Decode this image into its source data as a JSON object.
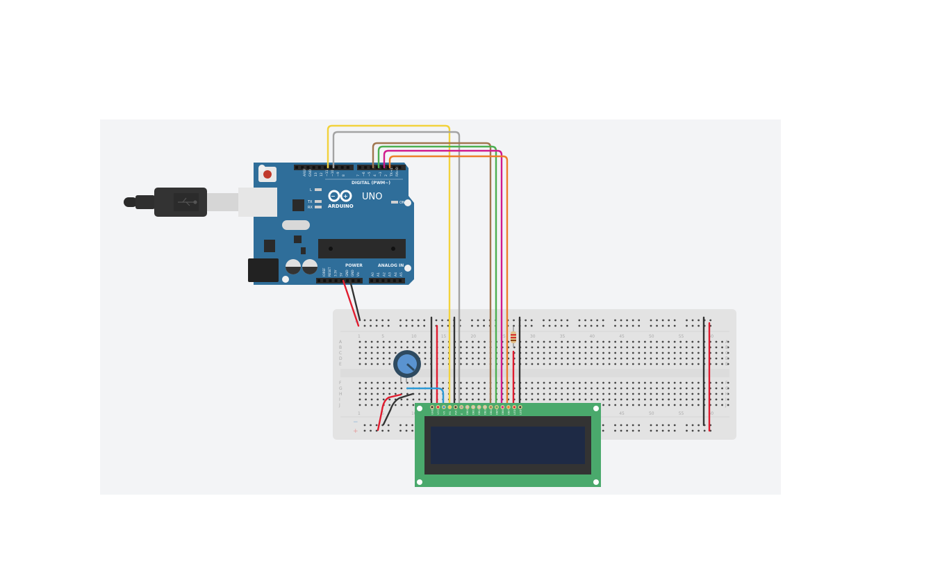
{
  "arduino": {
    "brand": "ARDUINO",
    "model": "UNO",
    "digital_header_label": "DIGITAL (PWM~)",
    "power_header_label": "POWER",
    "analog_header_label": "ANALOG IN",
    "on_label": "ON",
    "led_labels": [
      "L",
      "TX",
      "RX"
    ],
    "digital_pins": [
      "AREF",
      "GND",
      "13",
      "12",
      "~11",
      "~10",
      "~9",
      "8",
      "7",
      "~6",
      "~5",
      "4",
      "~3",
      "2",
      "TX→1",
      "RX←0"
    ],
    "power_pins": [
      "IOREF",
      "RESET",
      "3.3V",
      "5V",
      "GND",
      "GND",
      "Vin"
    ],
    "analog_pins": [
      "A0",
      "A1",
      "A2",
      "A3",
      "A4",
      "A5"
    ]
  },
  "breadboard": {
    "column_numbers": [
      "1",
      "5",
      "10",
      "15",
      "20",
      "25",
      "30",
      "35",
      "40",
      "45",
      "50",
      "55",
      "60"
    ],
    "row_labels_top": [
      "A",
      "B",
      "C",
      "D",
      "E"
    ],
    "row_labels_bottom": [
      "F",
      "G",
      "H",
      "I",
      "J"
    ],
    "rail_minus": "−",
    "rail_plus": "+"
  },
  "lcd": {
    "pins": [
      "GND",
      "VCC",
      "V0",
      "RS",
      "RW",
      "E",
      "DB0",
      "DB1",
      "DB2",
      "DB3",
      "DB4",
      "DB5",
      "DB6",
      "DB7",
      "LED",
      "LED"
    ]
  },
  "wires": [
    {
      "name": "wire-yellow",
      "color": "#f2d23c",
      "from": "Arduino 12",
      "to": "LCD RS"
    },
    {
      "name": "wire-gray",
      "color": "#a3a3a3",
      "from": "Arduino ~11",
      "to": "LCD E"
    },
    {
      "name": "wire-brown",
      "color": "#a0764f",
      "from": "Arduino ~5",
      "to": "LCD DB4"
    },
    {
      "name": "wire-green",
      "color": "#4caf50",
      "from": "Arduino 4",
      "to": "LCD DB5"
    },
    {
      "name": "wire-magenta",
      "color": "#d01a8c",
      "from": "Arduino ~3",
      "to": "LCD DB6"
    },
    {
      "name": "wire-orange",
      "color": "#ec7e2b",
      "from": "Arduino 2",
      "to": "LCD DB7"
    },
    {
      "name": "wire-red-5v",
      "color": "#e01b2e",
      "from": "Arduino 5V",
      "to": "Breadboard + rail"
    },
    {
      "name": "wire-black-gnd",
      "color": "#333333",
      "from": "Arduino GND",
      "to": "Breadboard − rail"
    },
    {
      "name": "wire-blue",
      "color": "#2b9ad6",
      "from": "Potentiometer wiper",
      "to": "LCD V0"
    }
  ],
  "colors": {
    "canvas_bg": "#f3f4f6",
    "arduino_blue": "#2f6e9a",
    "breadboard": "#e3e3e3",
    "lcd_pcb": "#4aa96c",
    "lcd_screen": "#1e2a45",
    "pot_blue": "#5a93d0"
  }
}
